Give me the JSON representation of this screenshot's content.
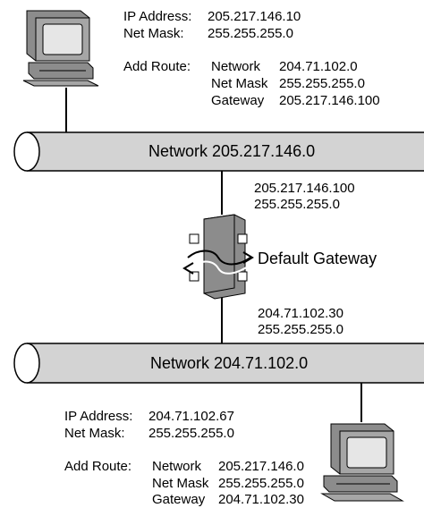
{
  "host_top": {
    "ip_label": "IP Address:",
    "ip_value": "205.217.146.10",
    "mask_label": "Net Mask:",
    "mask_value": "255.255.255.0",
    "route_label": "Add Route:",
    "route_rows": [
      {
        "key": "Network",
        "value": "204.71.102.0"
      },
      {
        "key": "Net Mask",
        "value": "255.255.255.0"
      },
      {
        "key": "Gateway",
        "value": "205.217.146.100"
      }
    ]
  },
  "network_top": {
    "label": "Network 205.217.146.0"
  },
  "router": {
    "upper_ip": "205.217.146.100",
    "upper_mask": "255.255.255.0",
    "label": "Default Gateway",
    "lower_ip": "204.71.102.30",
    "lower_mask": "255.255.255.0"
  },
  "network_bottom": {
    "label": "Network 204.71.102.0"
  },
  "host_bottom": {
    "ip_label": "IP Address:",
    "ip_value": "204.71.102.67",
    "mask_label": "Net Mask:",
    "mask_value": "255.255.255.0",
    "route_label": "Add Route:",
    "route_rows": [
      {
        "key": "Network",
        "value": "205.217.146.0"
      },
      {
        "key": "Net Mask",
        "value": "255.255.255.0"
      },
      {
        "key": "Gateway",
        "value": "204.71.102.30"
      }
    ]
  },
  "icons": [
    "workstation-icon",
    "router-icon",
    "workstation-icon"
  ],
  "colors": {
    "pipe_fill": "#d3d3d3",
    "router_fill": "#8c8c8c",
    "line": "#000000"
  }
}
